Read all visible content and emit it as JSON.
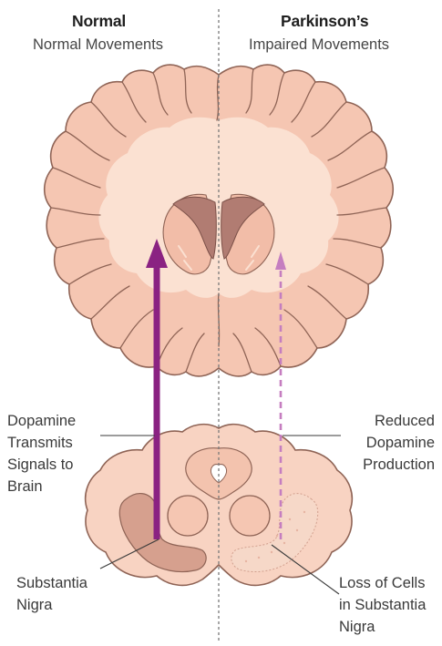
{
  "panels": {
    "left": {
      "title": "Normal",
      "subtitle": "Normal Movements"
    },
    "right": {
      "title": "Parkinson’s",
      "subtitle": "Impaired Movements"
    }
  },
  "callouts": {
    "dopamine_transmits": [
      "Dopamine",
      "Transmits",
      "Signals to",
      "Brain"
    ],
    "reduced_dopamine": [
      "Reduced",
      "Dopamine",
      "Production"
    ],
    "substantia_nigra": [
      "Substantia",
      "Nigra"
    ],
    "loss_of_cells": [
      "Loss of Cells",
      "in Substantia",
      "Nigra"
    ]
  },
  "colors": {
    "brain_fill": "#f5c6b2",
    "brain_inner": "#fbe1d2",
    "brain_outline": "#8f6456",
    "ventricle": "#b17c72",
    "substantia_normal": "#d6a08e",
    "substantia_reduced": "#f6d8c8",
    "signal_arrow_normal": "#8a2282",
    "signal_arrow_reduced": "#c57ec0",
    "divider": "#7a7a7a"
  }
}
